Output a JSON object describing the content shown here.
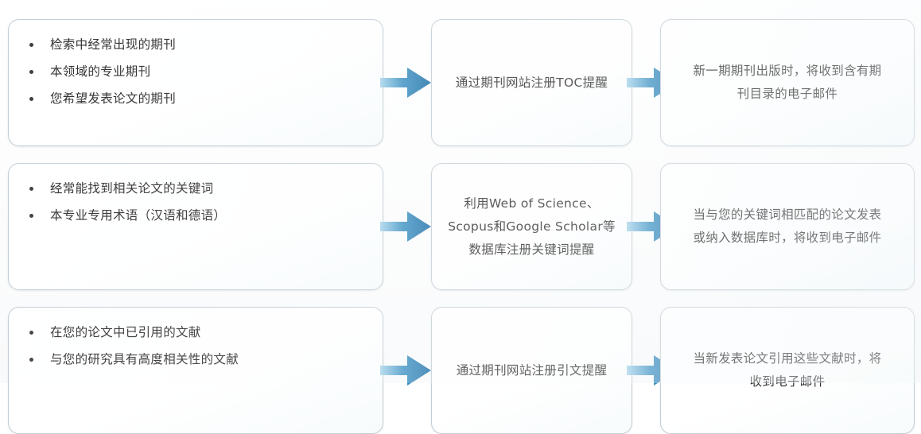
{
  "diagram": {
    "type": "flowchart",
    "columns": 3,
    "rows": 3,
    "accent_color": "#1f6fa8",
    "arrow_gradient": [
      "#8fc6e3",
      "#1f6fa8"
    ],
    "box_border_color": "#c2cdd4",
    "box_fill_color": "#ffffff",
    "text_color": "#2b2b2b",
    "background_color": "#ffffff"
  },
  "rows": [
    {
      "id": "row-toc-alerts",
      "source": {
        "kind": "bullet-list",
        "items": [
          "检索中经常出现的期刊",
          "本领域的专业期刊",
          "您希望发表论文的期刊"
        ]
      },
      "action": {
        "kind": "text",
        "text": "通过期刊网站注册TOC提醒"
      },
      "result": {
        "kind": "text",
        "text": "新一期期刊出版时，将收到含有期刊目录的电子邮件"
      },
      "arrow_1": "arrow-right-icon",
      "arrow_2": "arrow-right-icon"
    },
    {
      "id": "row-keyword-alerts",
      "source": {
        "kind": "bullet-list",
        "items": [
          "经常能找到相关论文的关键词",
          "本专业专用术语（汉语和德语）"
        ]
      },
      "action": {
        "kind": "text",
        "text": "利用Web of Science、Scopus和Google Scholar等数据库注册关键词提醒"
      },
      "result": {
        "kind": "text",
        "text": "当与您的关键词相匹配的论文发表或纳入数据库时，将收到电子邮件"
      },
      "arrow_1": "arrow-right-icon",
      "arrow_2": "arrow-right-icon"
    },
    {
      "id": "row-citation-alerts",
      "source": {
        "kind": "bullet-list",
        "items": [
          "在您的论文中已引用的文献",
          "与您的研究具有高度相关性的文献"
        ]
      },
      "action": {
        "kind": "text",
        "text": "通过期刊网站注册引文提醒"
      },
      "result": {
        "kind": "text",
        "text": "当新发表论文引用这些文献时，将收到电子邮件"
      },
      "arrow_1": "arrow-right-icon",
      "arrow_2": "arrow-right-icon"
    }
  ]
}
